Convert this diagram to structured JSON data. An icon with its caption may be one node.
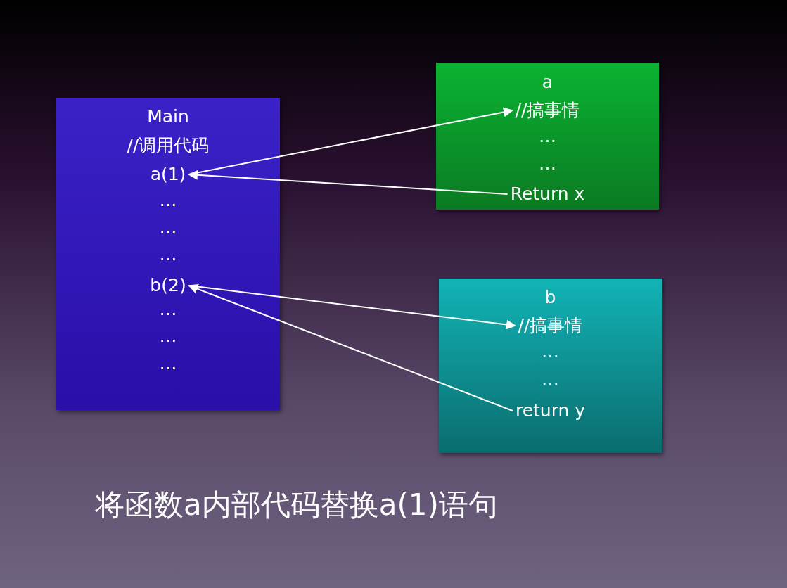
{
  "diagram": {
    "caption": "将函数a内部代码替换a(1)语句",
    "nodes": [
      {
        "text": [
          "Main",
          "//调用代码",
          "…",
          "…",
          "…",
          "…",
          "…",
          "…"
        ]
      },
      {
        "text": [
          "a(1)"
        ],
        "in": 0
      },
      {
        "text": [
          "b(2)"
        ],
        "in": 0
      },
      {
        "text": [
          "a",
          "…",
          "…"
        ]
      },
      {
        "text": [
          "//搞事情"
        ],
        "in": 3
      },
      {
        "text": [
          "Return x"
        ],
        "in": 3
      },
      {
        "text": [
          "b",
          "…",
          "…"
        ]
      },
      {
        "text": [
          "//搞事情"
        ],
        "in": 6
      },
      {
        "text": [
          "return y"
        ],
        "in": 6
      }
    ],
    "edges": [
      {
        "from": 1,
        "to": 4,
        "arrow": "to"
      },
      {
        "from": 5,
        "to": 1,
        "arrow": "to"
      },
      {
        "from": 2,
        "to": 7,
        "arrow": "to"
      },
      {
        "from": 8,
        "to": 2,
        "arrow": "to"
      }
    ]
  }
}
